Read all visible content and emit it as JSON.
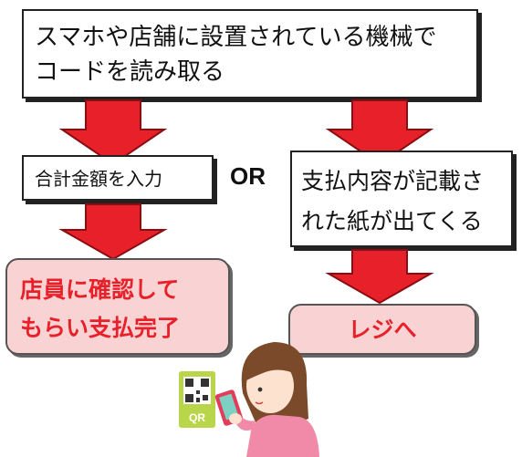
{
  "nodes": {
    "scan": {
      "line1": "スマホや店舗に設置されている機械で",
      "line2": "コードを読み取る"
    },
    "input_total": {
      "label": "合計金額を入力"
    },
    "or_label": "OR",
    "receipt": {
      "line1": "支払内容が記載さ",
      "line2": "れた紙が出てくる"
    },
    "staff_confirm": {
      "line1": "店員に確認して",
      "line2": "もらい支払完了"
    },
    "to_register": {
      "label": "レジへ"
    }
  },
  "colors": {
    "arrow_fill": "#e8202a",
    "arrow_stroke": "#8a0d12",
    "highlight_bg": "#f9d3d3",
    "highlight_text": "#e8202a"
  },
  "illustration": {
    "qr_card_text": "QR",
    "icons": [
      "woman-with-phone-icon",
      "qr-code-icon"
    ]
  }
}
